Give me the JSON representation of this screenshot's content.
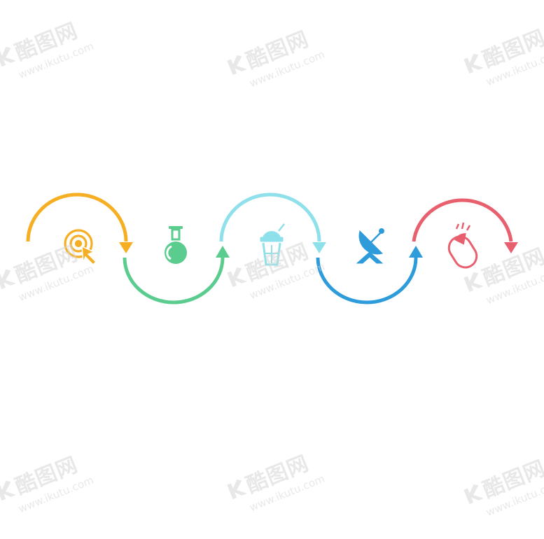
{
  "watermark": {
    "brand": "酷图网",
    "site": "www.ikutu.com"
  },
  "steps": [
    {
      "icon": "target-cursor-icon",
      "color": "#F6AE22",
      "arc": "upper",
      "arrow": "down"
    },
    {
      "icon": "flask-icon",
      "color": "#5ACC8D",
      "arc": "lower",
      "arrow": "up"
    },
    {
      "icon": "smoothie-cup-icon",
      "color": "#8EE0EA",
      "arc": "upper",
      "arrow": "down"
    },
    {
      "icon": "satellite-dish-icon",
      "color": "#2E9BDB",
      "arc": "lower",
      "arrow": "up"
    },
    {
      "icon": "mouse-click-icon",
      "color": "#E8606E",
      "arc": "upper",
      "arrow": "down"
    }
  ]
}
